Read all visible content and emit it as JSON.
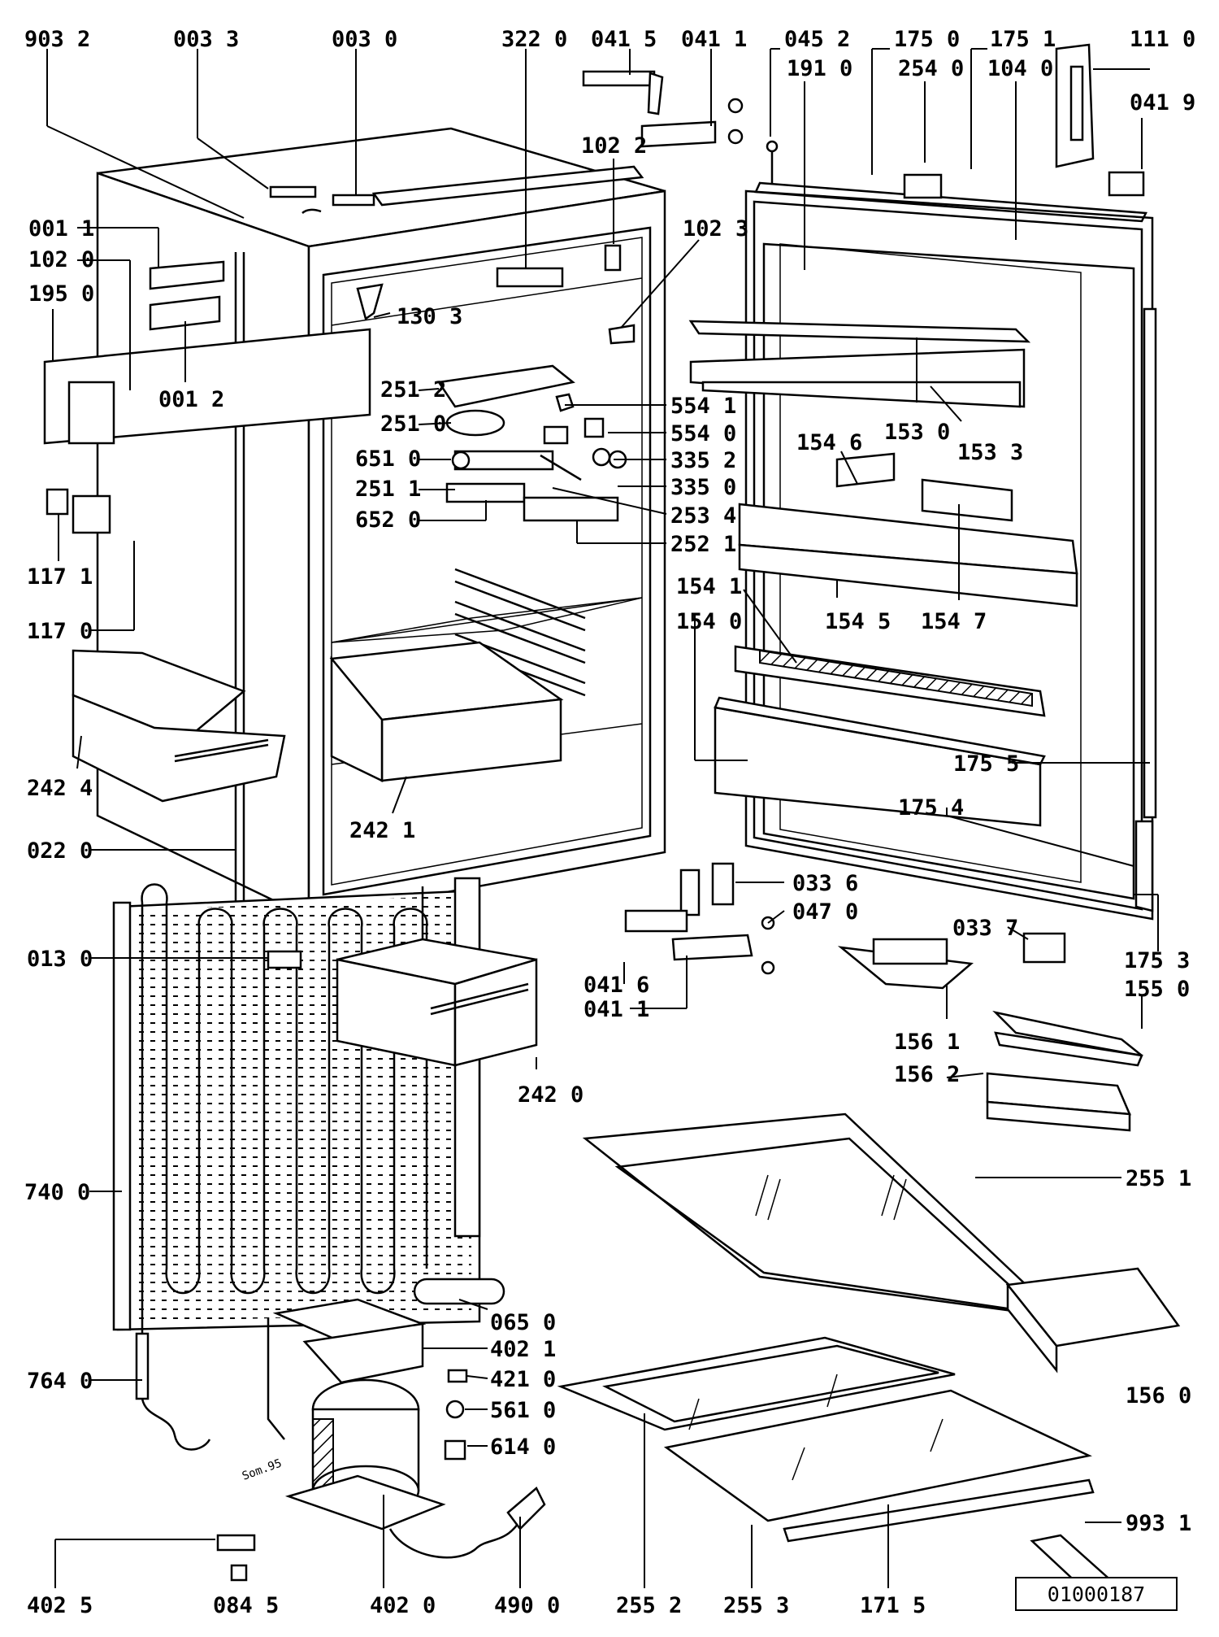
{
  "reference_number": "01000187",
  "stamp_text": "Som.95",
  "callouts": [
    {
      "id": "903-2",
      "text": "903 2"
    },
    {
      "id": "003-3",
      "text": "003 3"
    },
    {
      "id": "003-0",
      "text": "003 0"
    },
    {
      "id": "322-0",
      "text": "322 0"
    },
    {
      "id": "041-5",
      "text": "041 5"
    },
    {
      "id": "041-1a",
      "text": "041 1"
    },
    {
      "id": "045-2",
      "text": "045 2"
    },
    {
      "id": "175-0",
      "text": "175 0"
    },
    {
      "id": "175-1",
      "text": "175 1"
    },
    {
      "id": "111-0",
      "text": "111 0"
    },
    {
      "id": "191-0",
      "text": "191 0"
    },
    {
      "id": "254-0",
      "text": "254 0"
    },
    {
      "id": "104-0",
      "text": "104 0"
    },
    {
      "id": "041-9",
      "text": "041 9"
    },
    {
      "id": "102-2",
      "text": "102 2"
    },
    {
      "id": "102-3",
      "text": "102 3"
    },
    {
      "id": "001-1",
      "text": "001 1"
    },
    {
      "id": "102-0",
      "text": "102 0"
    },
    {
      "id": "195-0",
      "text": "195 0"
    },
    {
      "id": "130-3",
      "text": "130 3"
    },
    {
      "id": "001-2",
      "text": "001 2"
    },
    {
      "id": "251-2",
      "text": "251 2"
    },
    {
      "id": "554-1",
      "text": "554 1"
    },
    {
      "id": "251-0",
      "text": "251 0"
    },
    {
      "id": "554-0",
      "text": "554 0"
    },
    {
      "id": "153-0",
      "text": "153 0"
    },
    {
      "id": "153-3",
      "text": "153 3"
    },
    {
      "id": "651-0",
      "text": "651 0"
    },
    {
      "id": "335-2",
      "text": "335 2"
    },
    {
      "id": "154-6",
      "text": "154 6"
    },
    {
      "id": "251-1",
      "text": "251 1"
    },
    {
      "id": "335-0",
      "text": "335 0"
    },
    {
      "id": "652-0",
      "text": "652 0"
    },
    {
      "id": "253-4",
      "text": "253 4"
    },
    {
      "id": "252-1",
      "text": "252 1"
    },
    {
      "id": "117-1",
      "text": "117 1"
    },
    {
      "id": "154-1",
      "text": "154 1"
    },
    {
      "id": "154-0",
      "text": "154 0"
    },
    {
      "id": "154-5",
      "text": "154 5"
    },
    {
      "id": "154-7",
      "text": "154 7"
    },
    {
      "id": "117-0",
      "text": "117 0"
    },
    {
      "id": "175-5",
      "text": "175 5"
    },
    {
      "id": "242-4",
      "text": "242 4"
    },
    {
      "id": "175-4",
      "text": "175 4"
    },
    {
      "id": "242-1",
      "text": "242 1"
    },
    {
      "id": "022-0",
      "text": "022 0"
    },
    {
      "id": "033-6",
      "text": "033 6"
    },
    {
      "id": "047-0",
      "text": "047 0"
    },
    {
      "id": "033-7",
      "text": "033 7"
    },
    {
      "id": "013-0",
      "text": "013 0"
    },
    {
      "id": "175-3",
      "text": "175 3"
    },
    {
      "id": "041-6",
      "text": "041 6"
    },
    {
      "id": "155-0",
      "text": "155 0"
    },
    {
      "id": "041-1b",
      "text": "041 1"
    },
    {
      "id": "156-1",
      "text": "156 1"
    },
    {
      "id": "242-0",
      "text": "242 0"
    },
    {
      "id": "156-2",
      "text": "156 2"
    },
    {
      "id": "740-0",
      "text": "740 0"
    },
    {
      "id": "255-1",
      "text": "255 1"
    },
    {
      "id": "065-0",
      "text": "065 0"
    },
    {
      "id": "402-1",
      "text": "402 1"
    },
    {
      "id": "764-0",
      "text": "764 0"
    },
    {
      "id": "421-0",
      "text": "421 0"
    },
    {
      "id": "156-0",
      "text": "156 0"
    },
    {
      "id": "561-0",
      "text": "561 0"
    },
    {
      "id": "614-0",
      "text": "614 0"
    },
    {
      "id": "993-1",
      "text": "993 1"
    },
    {
      "id": "402-5",
      "text": "402 5"
    },
    {
      "id": "084-5",
      "text": "084 5"
    },
    {
      "id": "402-0",
      "text": "402 0"
    },
    {
      "id": "490-0",
      "text": "490 0"
    },
    {
      "id": "255-2",
      "text": "255 2"
    },
    {
      "id": "255-3",
      "text": "255 3"
    },
    {
      "id": "171-5",
      "text": "171 5"
    }
  ]
}
